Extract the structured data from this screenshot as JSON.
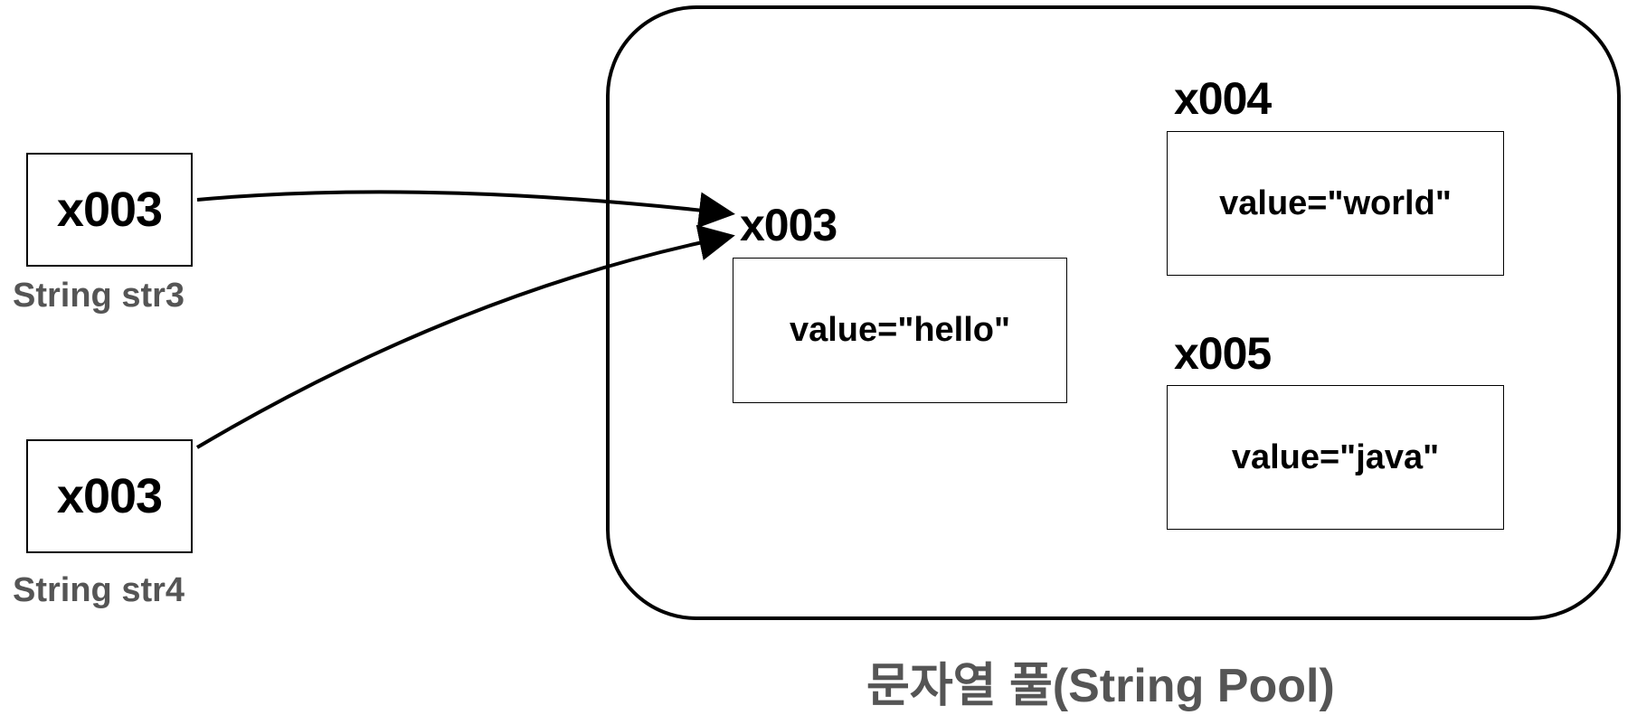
{
  "variables": [
    {
      "address": "x003",
      "label": "String str3"
    },
    {
      "address": "x003",
      "label": "String str4"
    }
  ],
  "pool": {
    "label": "문자열 풀(String Pool)",
    "objects": [
      {
        "address": "x003",
        "value": "value=\"hello\""
      },
      {
        "address": "x004",
        "value": "value=\"world\""
      },
      {
        "address": "x005",
        "value": "value=\"java\""
      }
    ]
  },
  "references": [
    {
      "from": "String str3",
      "to": "x003"
    },
    {
      "from": "String str4",
      "to": "x003"
    }
  ]
}
